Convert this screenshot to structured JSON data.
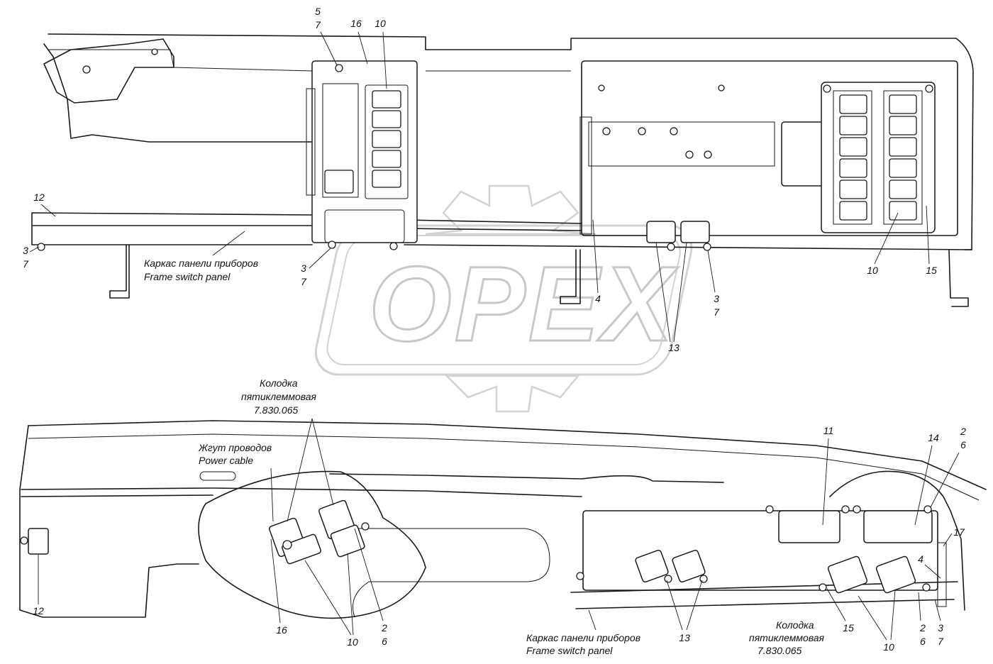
{
  "watermark": {
    "text": "OPEX"
  },
  "labels_top": {
    "frame_ru": "Каркас панели приборов",
    "frame_en": "Frame switch panel"
  },
  "labels_bottom": {
    "connector_ru_1": "Колодка",
    "connector_ru_2": "пятиклеммовая",
    "connector_code": "7.830.065",
    "cable_ru": "Жгут проводов",
    "cable_en": "Power cable",
    "frame_ru": "Каркас панели приборов",
    "frame_en": "Frame switch panel",
    "connector2_ru_1": "Колодка",
    "connector2_ru_2": "пятиклеммовая",
    "connector2_code": "7.830.065"
  },
  "callouts_top": {
    "c5": "5",
    "c7a": "7",
    "c16": "16",
    "c10": "10",
    "c12": "12",
    "c3a": "3",
    "c7b": "7",
    "c3b": "3",
    "c7c": "7",
    "c4": "4",
    "c13": "13",
    "c3c": "3",
    "c7d": "7",
    "c10b": "10",
    "c15": "15"
  },
  "callouts_bottom": {
    "c11": "11",
    "c14": "14",
    "c2a": "2",
    "c6a": "6",
    "c17": "17",
    "c4": "4",
    "c12": "12",
    "c16": "16",
    "c10a": "10",
    "c2b": "2",
    "c6b": "6",
    "c13": "13",
    "c15": "15",
    "c10b": "10",
    "c2c": "2",
    "c6c": "6",
    "c3": "3",
    "c7": "7"
  }
}
